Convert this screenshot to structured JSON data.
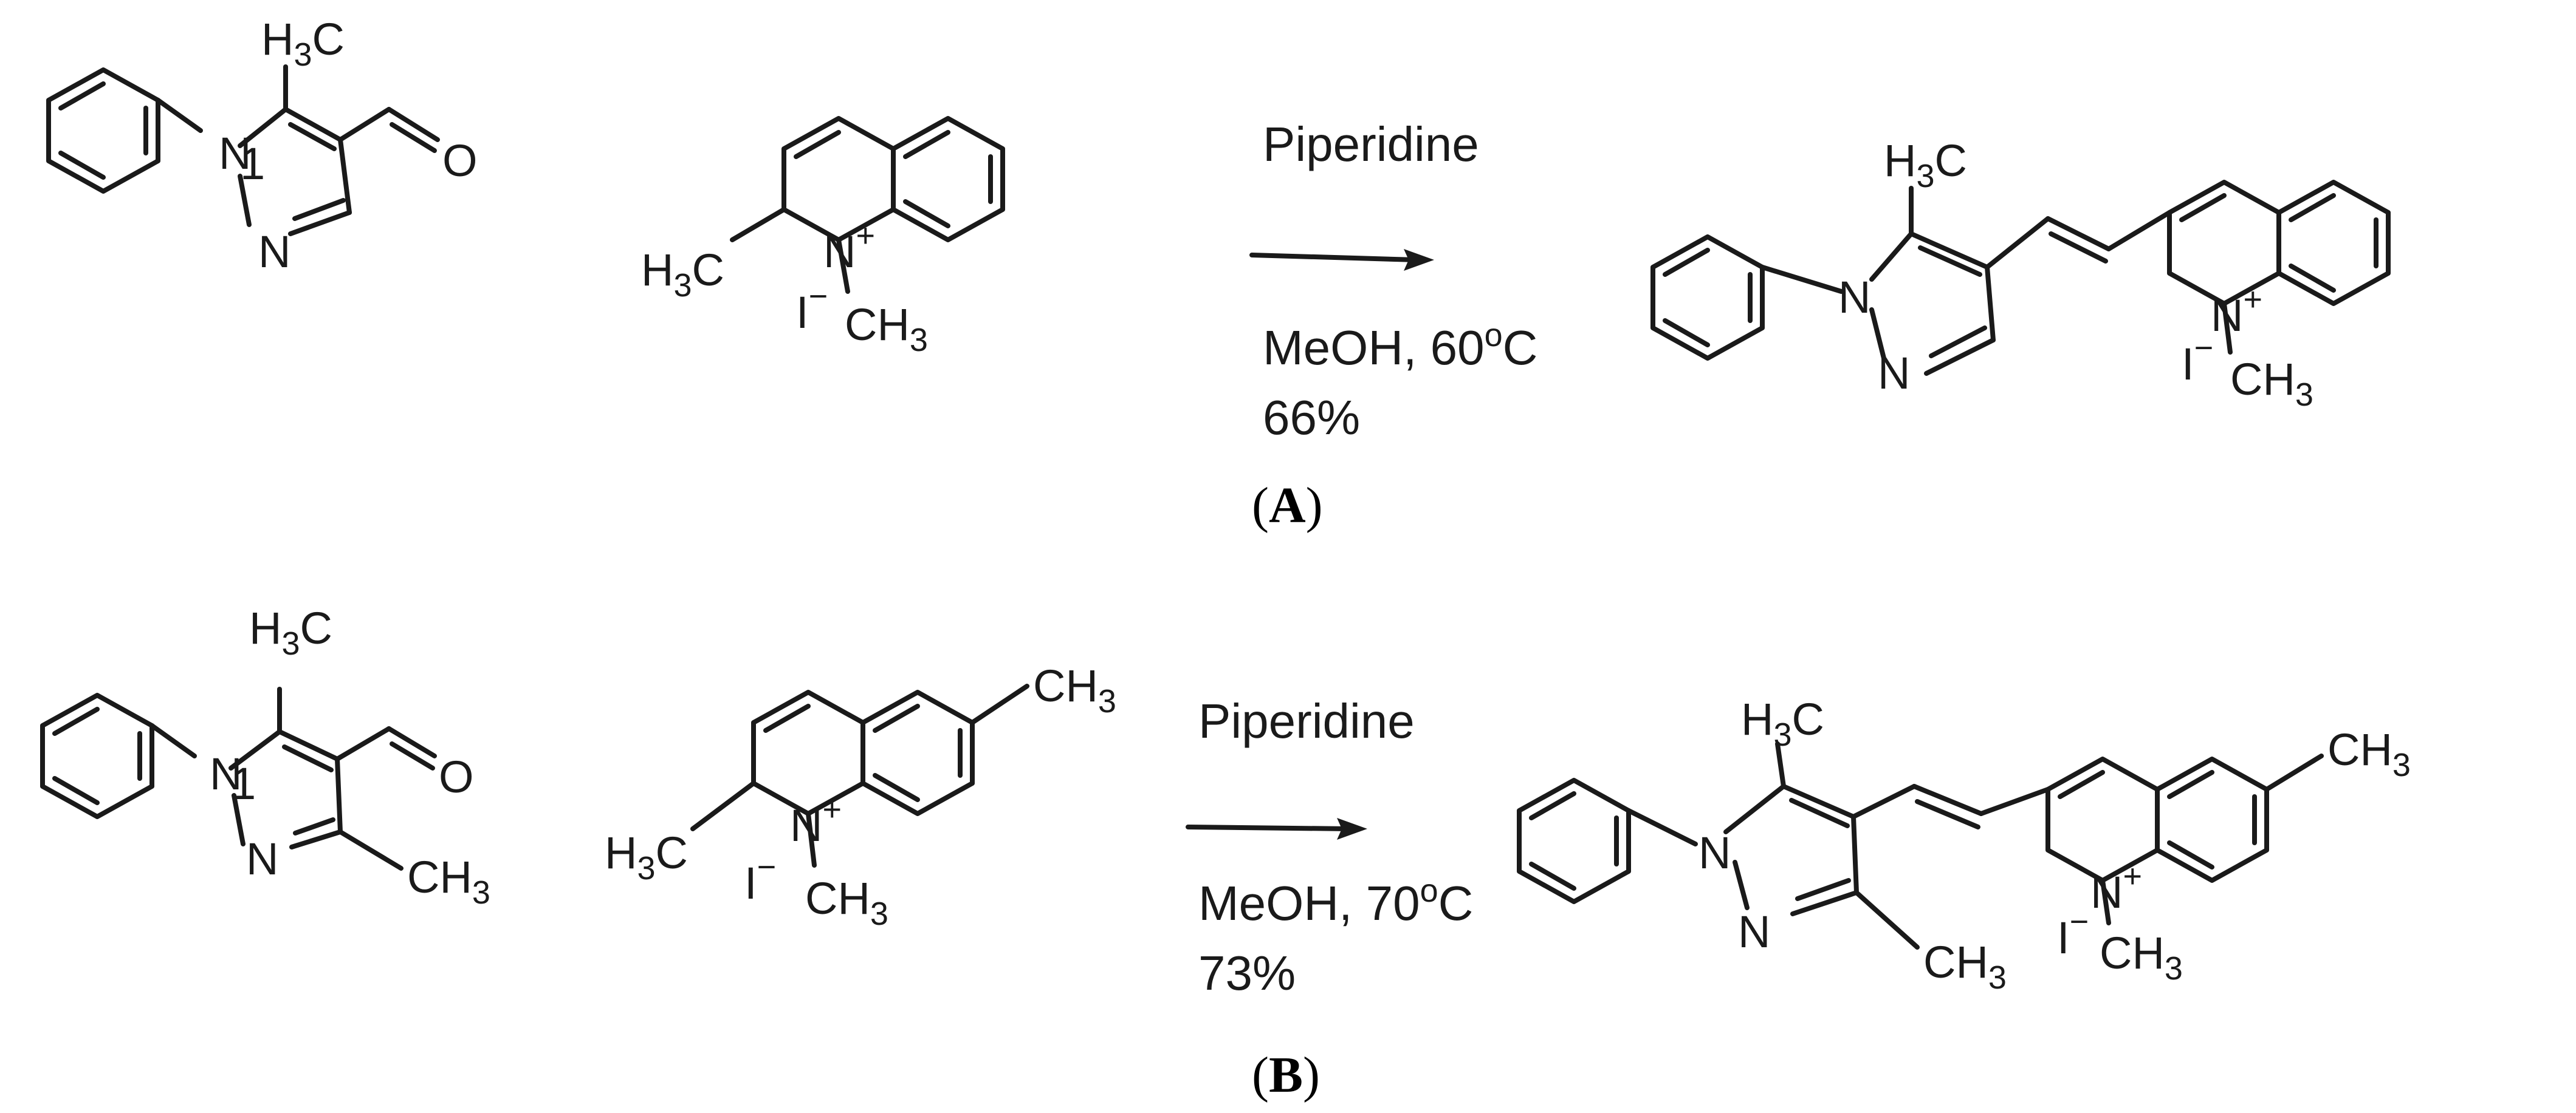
{
  "panels": [
    {
      "label": "A",
      "reagent": "Piperidine",
      "conditions": "MeOH, 60",
      "temp_unit": "C",
      "degree": "o",
      "yield": "66%"
    },
    {
      "label": "B",
      "reagent": "Piperidine",
      "conditions": "MeOH, 70",
      "temp_unit": "C",
      "degree": "o",
      "yield": "73%"
    }
  ],
  "atoms": {
    "methyl_h": "H",
    "methyl_3": "3",
    "methyl_c": "C",
    "methyl_ch": "CH",
    "nitrogen": "N",
    "oxygen": "O",
    "iodide": "I",
    "minus": "−",
    "plus": "+",
    "pyrazole_n1_locant": "1"
  }
}
